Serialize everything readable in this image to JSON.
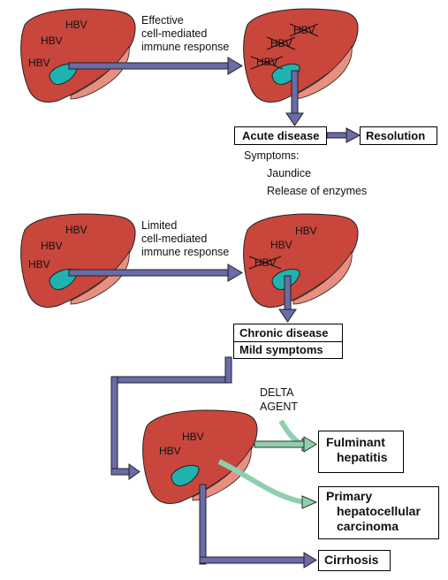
{
  "colors": {
    "liver_fill": "#c8463c",
    "liver_shadow": "#e89080",
    "gallbladder": "#1fb3b0",
    "arrow_purple": "#6a6ba8",
    "arrow_green": "#8fcfaf"
  },
  "virus_label": "HBV",
  "top": {
    "response_lines": [
      "Effective",
      "cell-mediated",
      "immune response"
    ],
    "outcome_box": "Acute disease",
    "resolution_box": "Resolution",
    "symptoms_title": "Symptoms:",
    "symptoms": [
      "Jaundice",
      "Release of enzymes"
    ]
  },
  "middle": {
    "response_lines": [
      "Limited",
      "cell-mediated",
      "immune response"
    ],
    "outcome_lines": [
      "Chronic disease",
      "Mild symptoms"
    ]
  },
  "bottom": {
    "delta_lines": [
      "DELTA",
      "AGENT"
    ],
    "fulminant_lines": [
      "Fulminant",
      "hepatitis"
    ],
    "primary_lines": [
      "Primary",
      "hepatocellular",
      "carcinoma"
    ],
    "cirrhosis": "Cirrhosis"
  }
}
